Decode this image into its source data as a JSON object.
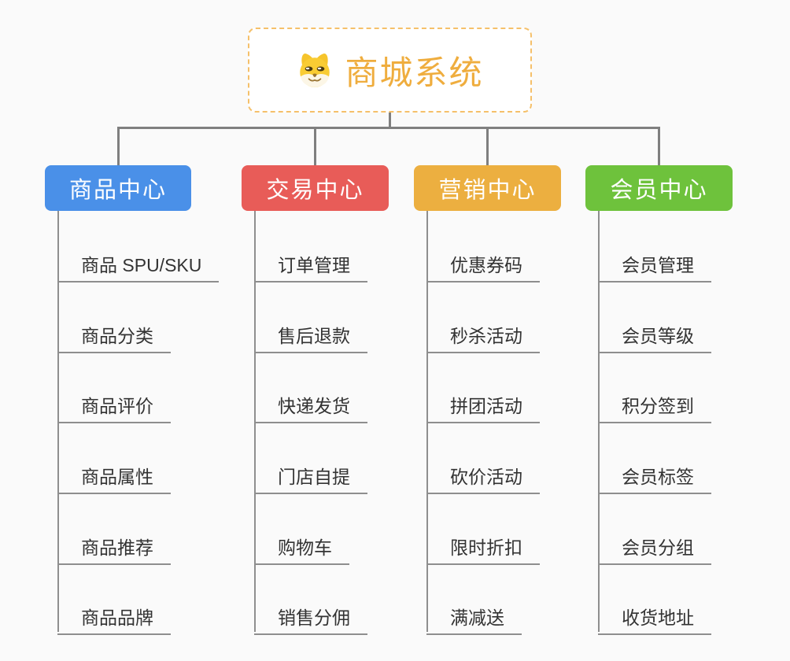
{
  "root": {
    "title": "商城系统",
    "icon": "dog-face-icon",
    "text_color": "#efad3e",
    "border_color": "#f5c06a",
    "background": "#ffffff"
  },
  "colors": {
    "page_background": "#fafafa",
    "connector_line": "#7f7f7f",
    "leaf_line": "#8e8e8e",
    "leaf_text": "#333333",
    "branch_text": "#ffffff"
  },
  "branches": [
    {
      "label": "商品中心",
      "color": "#4a90e8",
      "items": [
        "商品 SPU/SKU",
        "商品分类",
        "商品评价",
        "商品属性",
        "商品推荐",
        "商品品牌"
      ]
    },
    {
      "label": "交易中心",
      "color": "#e85c58",
      "items": [
        "订单管理",
        "售后退款",
        "快递发货",
        "门店自提",
        "购物车",
        "销售分佣"
      ]
    },
    {
      "label": "营销中心",
      "color": "#ecaf40",
      "items": [
        "优惠券码",
        "秒杀活动",
        "拼团活动",
        "砍价活动",
        "限时折扣",
        "满减送"
      ]
    },
    {
      "label": "会员中心",
      "color": "#6ec23c",
      "items": [
        "会员管理",
        "会员等级",
        "积分签到",
        "会员标签",
        "会员分组",
        "收货地址"
      ]
    }
  ]
}
